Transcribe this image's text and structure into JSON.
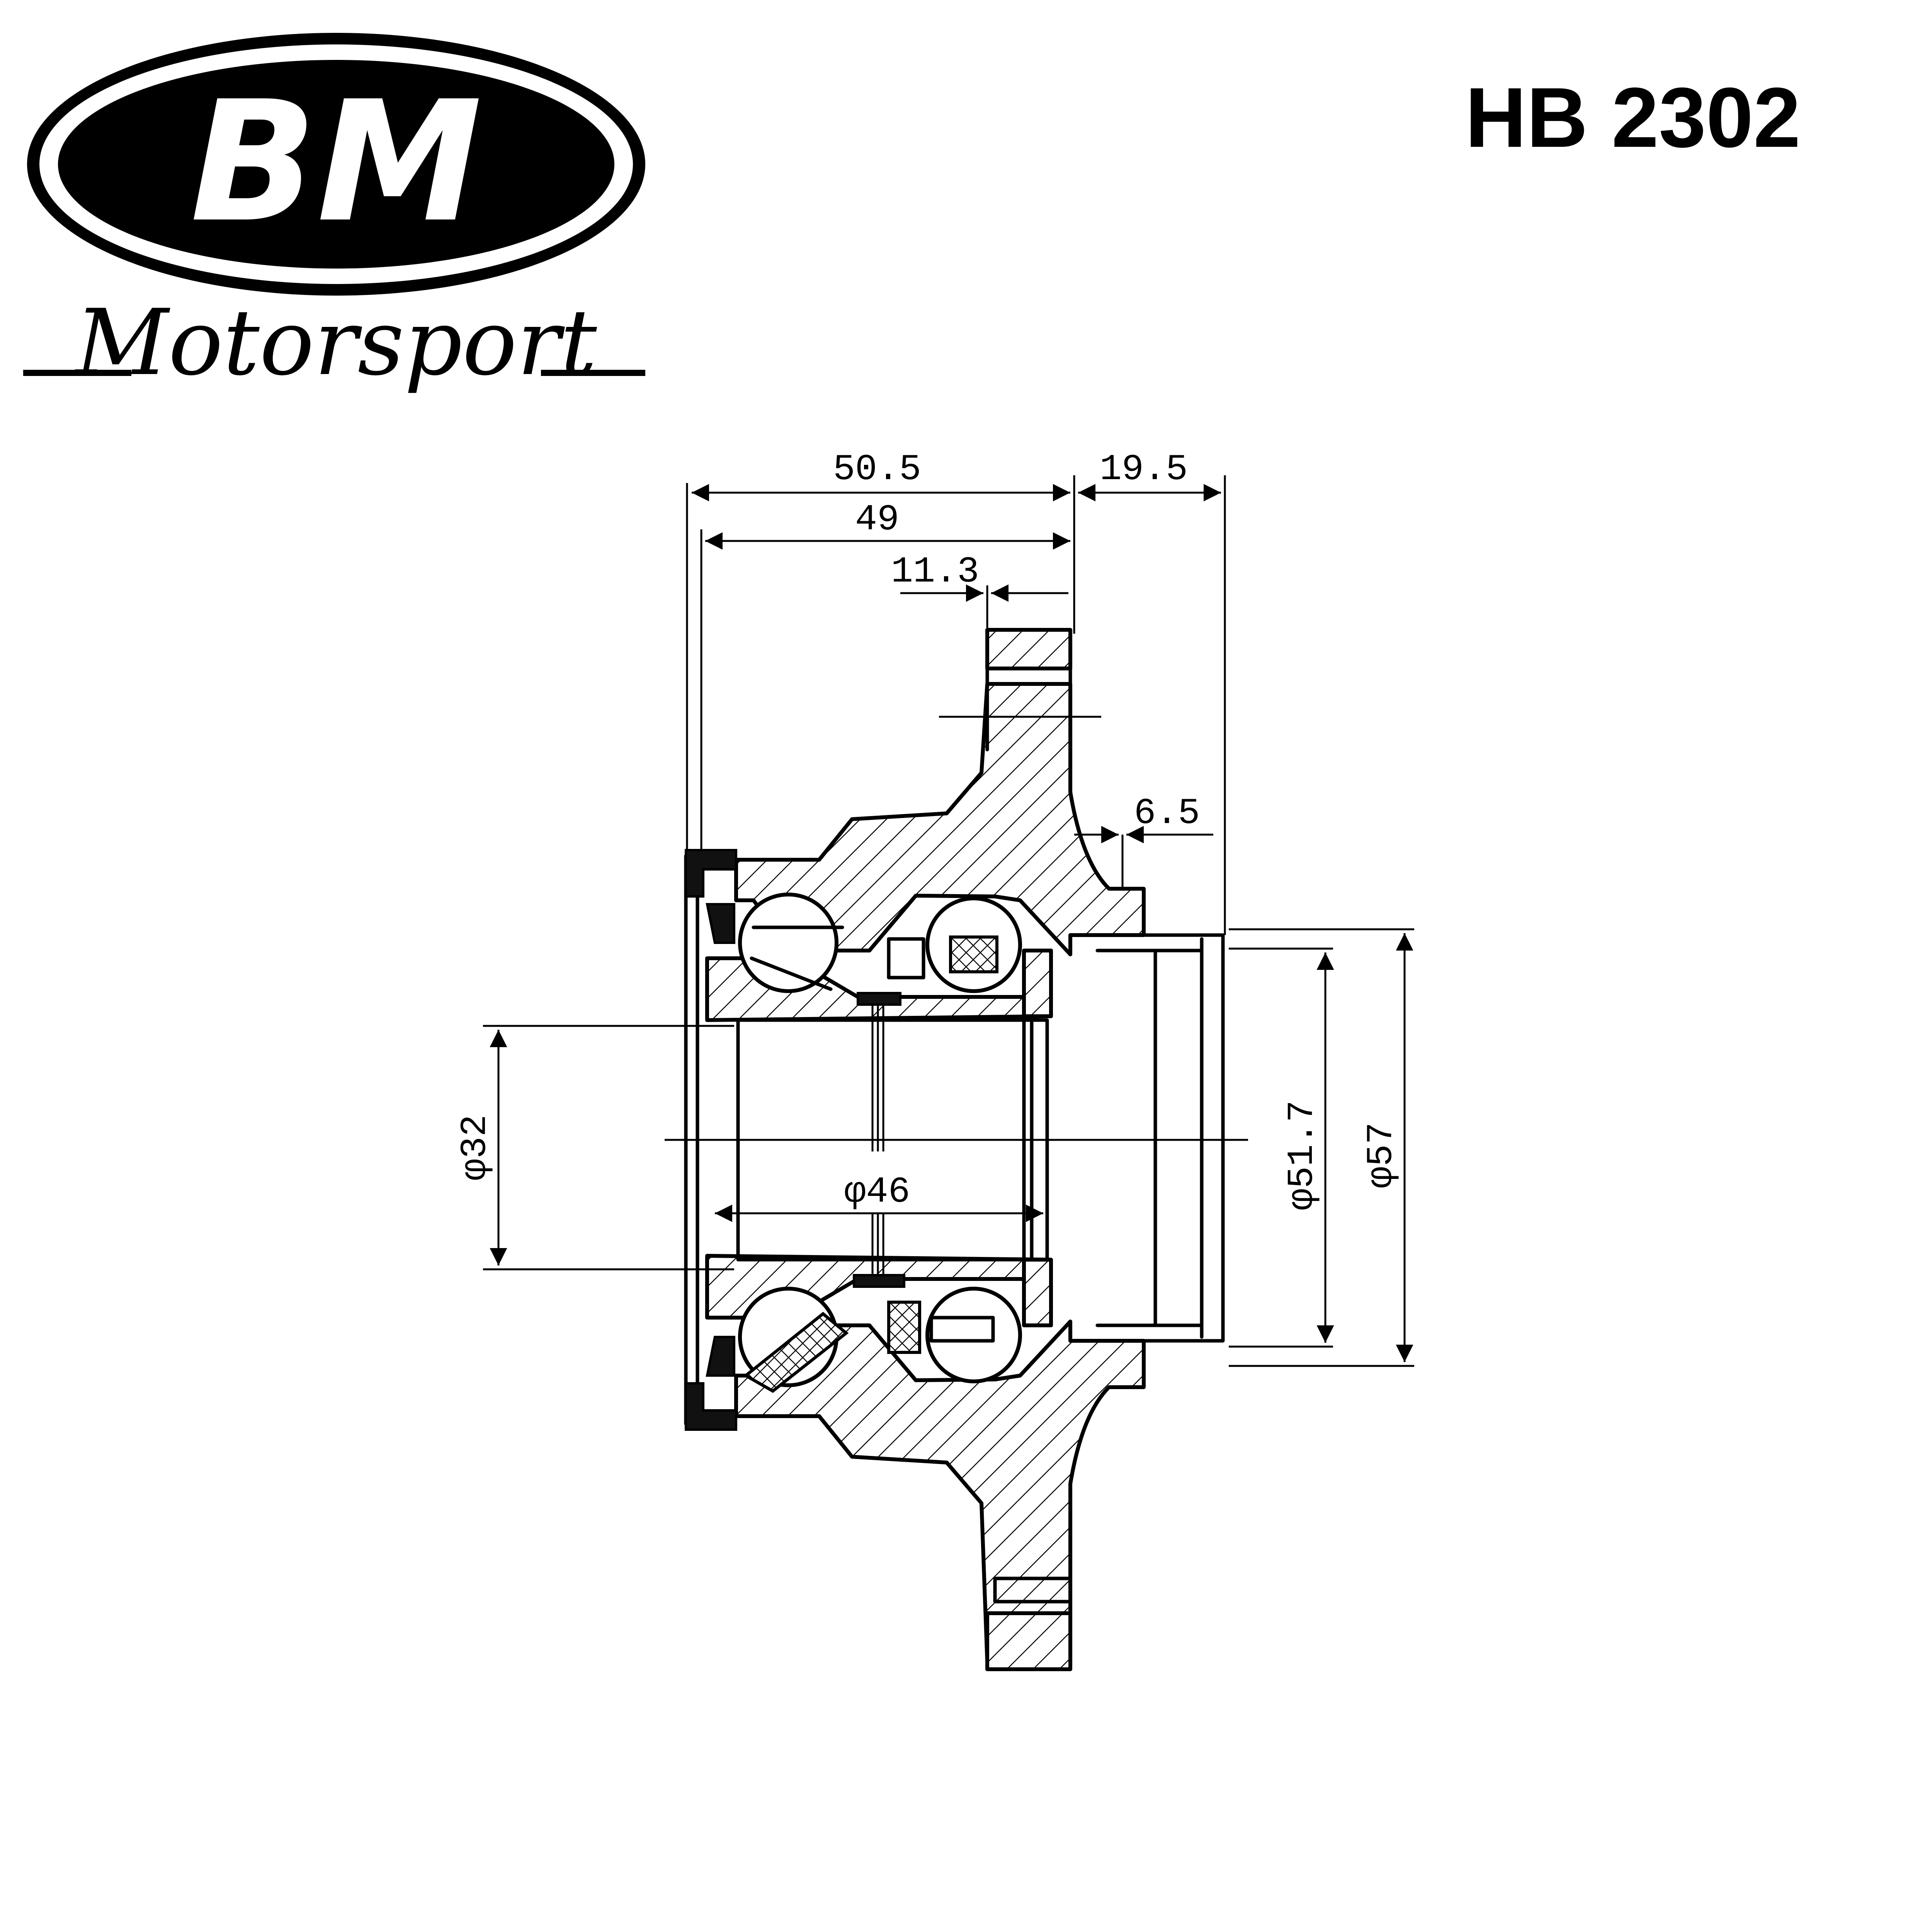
{
  "brand": {
    "logo_text": "BM",
    "script_text": "Motorsport"
  },
  "part_number": "HB 2302",
  "dimensions": {
    "overall_length": "50.5",
    "body_length": "49",
    "flange_offset": "11.3",
    "spigot_length": "19.5",
    "spigot_step": "6.5",
    "bore_diameter": "φ32",
    "inner_race_diameter": "φ46",
    "pilot_diameter_1": "φ51.7",
    "pilot_diameter_2": "φ57"
  },
  "colors": {
    "ink": "#000000",
    "paper": "#ffffff"
  }
}
